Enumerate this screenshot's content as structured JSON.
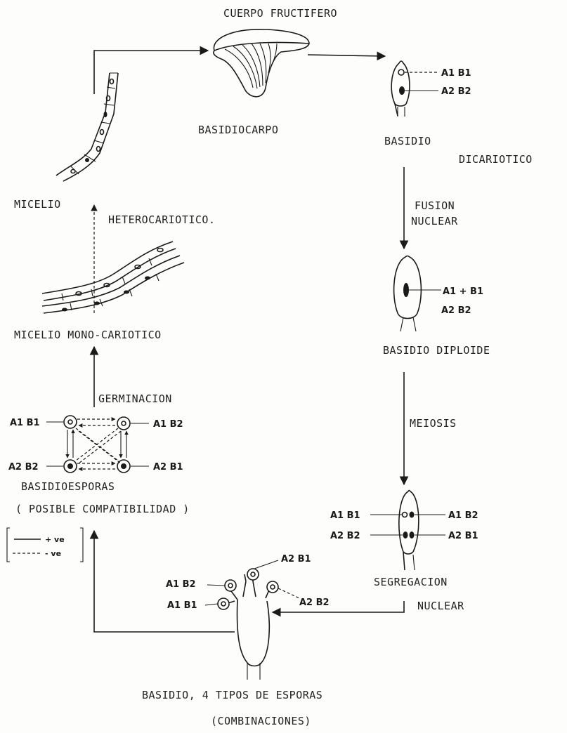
{
  "labels": {
    "cuerpo_fructifero": "CUERPO FRUCTIFERO",
    "basidiocarpo": "BASIDIOCARPO",
    "basidio": "BASIDIO",
    "dicariotico": "DICARIOTICO",
    "fusion": "FUSION",
    "nuclear": "NUCLEAR",
    "basidio_diploide": "BASIDIO DIPLOIDE",
    "meiosis": "MEIOSIS",
    "segregacion": "SEGREGACION",
    "nuclear2": "NUCLEAR",
    "basidio_4_tipos": "BASIDIO, 4 TIPOS DE ESPORAS",
    "combinaciones": "(COMBINACIONES)",
    "micelio": "MICELIO",
    "heterocariotico": "HETEROCARIOTICO.",
    "micelio_mono": "MICELIO MONO-CARIOTICO",
    "germinacion": "GERMINACION",
    "basidioesporas": "BASIDIOESPORAS",
    "posible_compat": "( POSIBLE COMPATIBILIDAD )",
    "legend_solid": "+ ve",
    "legend_dashed": "- ve"
  },
  "genes": {
    "dicar_top": "A1 B1",
    "dicar_bottom": "A2 B2",
    "diploid_top": "A1 + B1",
    "diploid_bottom": "A2 B2",
    "seg_left_top": "A1 B1",
    "seg_left_bottom": "A2 B2",
    "seg_right_top": "A1 B2",
    "seg_right_bottom": "A2 B1",
    "spore_a2b1": "A2 B1",
    "spore_a1b2": "A1 B2",
    "spore_a2b2": "A2 B2",
    "spore_a1b1": "A1 B1",
    "bs_tl": "A1 B1",
    "bs_tr": "A1 B2",
    "bs_bl": "A2 B2",
    "bs_br": "A2 B1"
  }
}
